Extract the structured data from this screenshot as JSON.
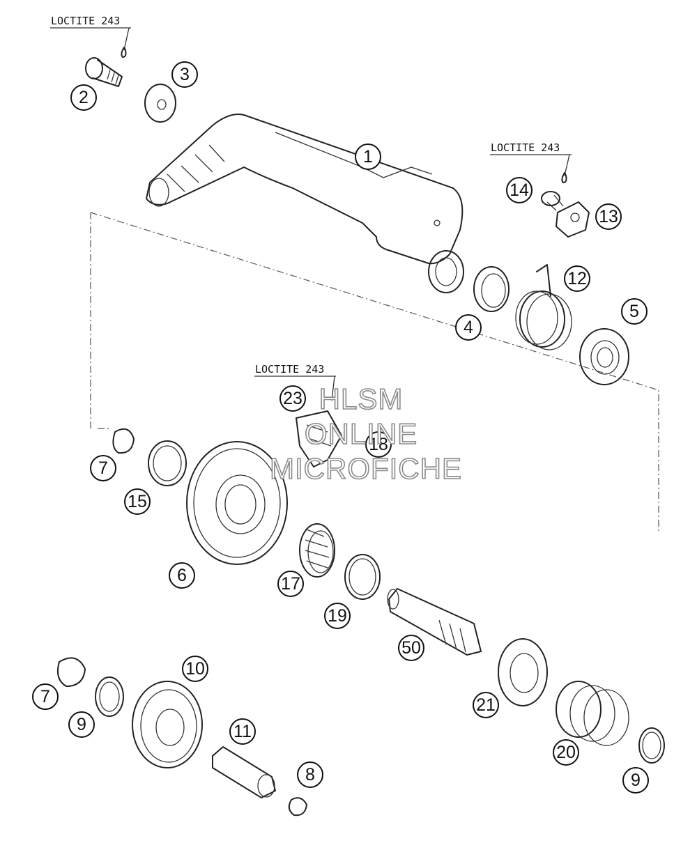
{
  "loctite_label": "LOCTITE 243",
  "callouts": [
    "1",
    "2",
    "3",
    "4",
    "5",
    "6",
    "7",
    "8",
    "9",
    "10",
    "11",
    "12",
    "13",
    "14",
    "15",
    "17",
    "18",
    "19",
    "20",
    "21",
    "23",
    "50"
  ],
  "watermark": {
    "line1": "HLSM",
    "line2": "ONLINE",
    "line3": "MICROFICHE"
  }
}
